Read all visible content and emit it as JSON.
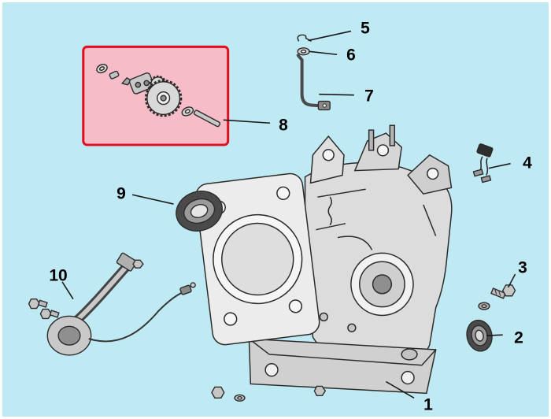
{
  "colors": {
    "background": "#bfe9f3",
    "highlight-fill": "#f6bcc8",
    "highlight-border": "#e30b1c",
    "line": "#1a1a1a"
  },
  "diagram": {
    "callouts": [
      {
        "label": "1"
      },
      {
        "label": "2"
      },
      {
        "label": "3"
      },
      {
        "label": "4"
      },
      {
        "label": "5"
      },
      {
        "label": "6"
      },
      {
        "label": "7"
      },
      {
        "label": "8"
      },
      {
        "label": "9"
      },
      {
        "label": "10"
      }
    ]
  }
}
